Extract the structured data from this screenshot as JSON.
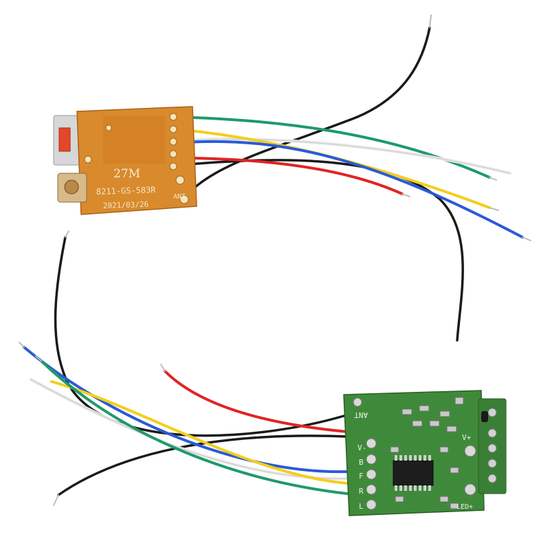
{
  "photo": {
    "background": "#ffffff",
    "transmitter": {
      "freq_label": "27M",
      "model_label": "8211-GS-583R",
      "date_label": "2021/03/26",
      "ant_label": "ANT",
      "board_color": "#d98a2c"
    },
    "receiver": {
      "ant_label": "ANT",
      "plus_label": "V+",
      "minus_label": "V-",
      "b_label": "B",
      "f_label": "F",
      "r_label": "R",
      "l_label": "L",
      "led_label": "LED+",
      "board_color": "#3f8a3a"
    },
    "wire_colors": {
      "green": "#1f9a6a",
      "white": "#f0f0f0",
      "blue": "#2a5bd7",
      "yellow": "#f2cf1c",
      "red": "#e02424",
      "black": "#1a1a1a"
    }
  }
}
